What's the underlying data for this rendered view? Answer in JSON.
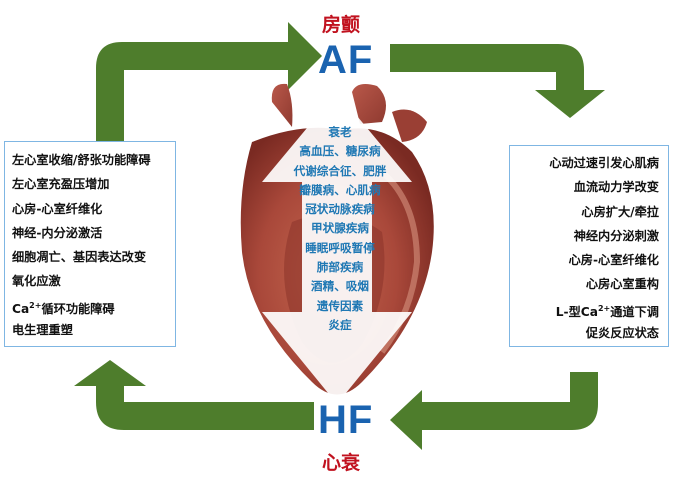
{
  "top": {
    "cn": "房颤",
    "abbr": "AF"
  },
  "bottom": {
    "cn": "心衰",
    "abbr": "HF"
  },
  "center_factors": [
    "衰老",
    "高血压、糖尿病",
    "代谢综合征、肥胖",
    "瓣膜病、心肌病",
    "冠状动脉疾病",
    "甲状腺疾病",
    "睡眠呼吸暂停",
    "肺部疾病",
    "酒精、吸烟",
    "遗传因素",
    "炎症"
  ],
  "left_box": {
    "items": [
      {
        "text": "左心室收缩/舒张功能障碍"
      },
      {
        "text": "左心室充盈压增加"
      },
      {
        "text": "心房-心室纤维化"
      },
      {
        "text": "神经-内分泌激活"
      },
      {
        "text": "细胞凋亡、基因表达改变"
      },
      {
        "text": "氧化应激"
      },
      {
        "pre": "Ca",
        "sup": "2+",
        "post": "循环功能障碍"
      },
      {
        "text": "电生理重塑"
      }
    ]
  },
  "right_box": {
    "items": [
      {
        "text": "心动过速引发心肌病"
      },
      {
        "text": "血流动力学改变"
      },
      {
        "text": "心房扩大/牵拉"
      },
      {
        "text": "神经内分泌刺激"
      },
      {
        "text": "心房-心室纤维化"
      },
      {
        "text": "心房心室重构"
      },
      {
        "pre": "L-型Ca",
        "sup": "2+",
        "post": "通道下调"
      },
      {
        "text": "促炎反应状态"
      }
    ]
  },
  "colors": {
    "arrow": "#4e7d2c",
    "abbr": "#1a63b0",
    "cn_label": "#c1121f",
    "center_text": "#1f78b4",
    "box_border": "#7fb6e3"
  }
}
